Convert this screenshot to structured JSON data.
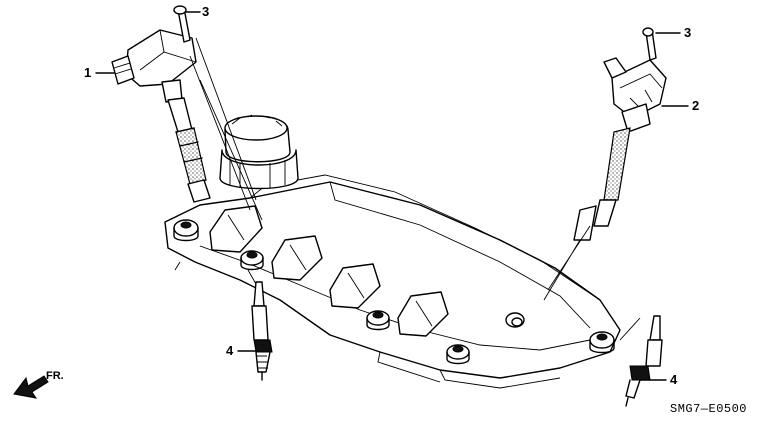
{
  "callouts": {
    "c1": "1",
    "c2": "2",
    "c3_left": "3",
    "c3_right": "3",
    "c4_left": "4",
    "c4_right": "4"
  },
  "orientation_label": "FR.",
  "diagram_code": "SMG7—E0500"
}
